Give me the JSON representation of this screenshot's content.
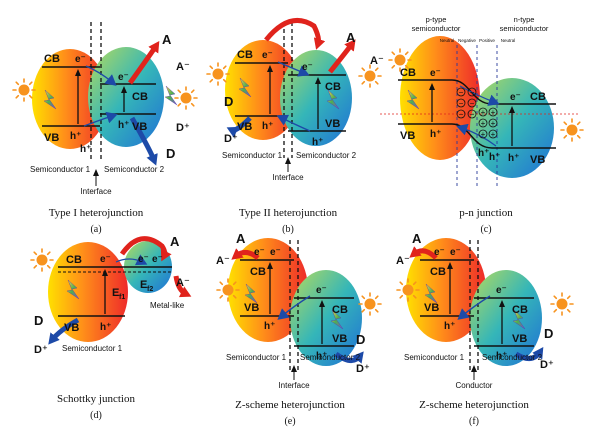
{
  "colors": {
    "semiconductor_warm": [
      "#ffd200",
      "#ff8a1e",
      "#f0352b"
    ],
    "semiconductor_cool": [
      "#a6d86a",
      "#3fb5b8",
      "#1f7fd1"
    ],
    "acceptor_arrow": "#e0231c",
    "donor_arrow": "#1d4aa8",
    "sun": "#f7931e",
    "bolt": [
      "#7b4fd6",
      "#4caf50",
      "#ffd54f"
    ]
  },
  "icons": [
    "sun-icon",
    "lightning-bolt-icon",
    "curved-arrow-icon"
  ],
  "labels": {
    "cb": "CB",
    "vb": "VB",
    "electron": "e⁻",
    "hole": "h⁺",
    "acceptor": "A",
    "acceptor_reduced": "A⁻",
    "donor": "D",
    "donor_oxidized": "D⁺",
    "semiconductor_1": "Semiconductor 1",
    "semiconductor_2": "Semiconductor 2",
    "interface": "Interface",
    "conductor": "Conductor",
    "metal_like": "Metal-like",
    "ef1": "E",
    "ef1_sub": "f1",
    "ef2": "E",
    "ef2_sub": "f2",
    "p_type": "p-type",
    "n_type": "n-type",
    "semiconductor": "semiconductor",
    "neutral": "Neutral",
    "negative": "Negative",
    "positive": "Positive",
    "minus": "−",
    "plus": "+"
  },
  "panels": [
    {
      "letter": "(a)",
      "title": "Type I heterojunction"
    },
    {
      "letter": "(b)",
      "title": "Type II heterojunction"
    },
    {
      "letter": "(c)",
      "title": "p-n junction"
    },
    {
      "letter": "(d)",
      "title": "Schottky junction"
    },
    {
      "letter": "(e)",
      "title": "Z-scheme heterojunction"
    },
    {
      "letter": "(f)",
      "title": "Z-scheme heterojunction"
    }
  ]
}
